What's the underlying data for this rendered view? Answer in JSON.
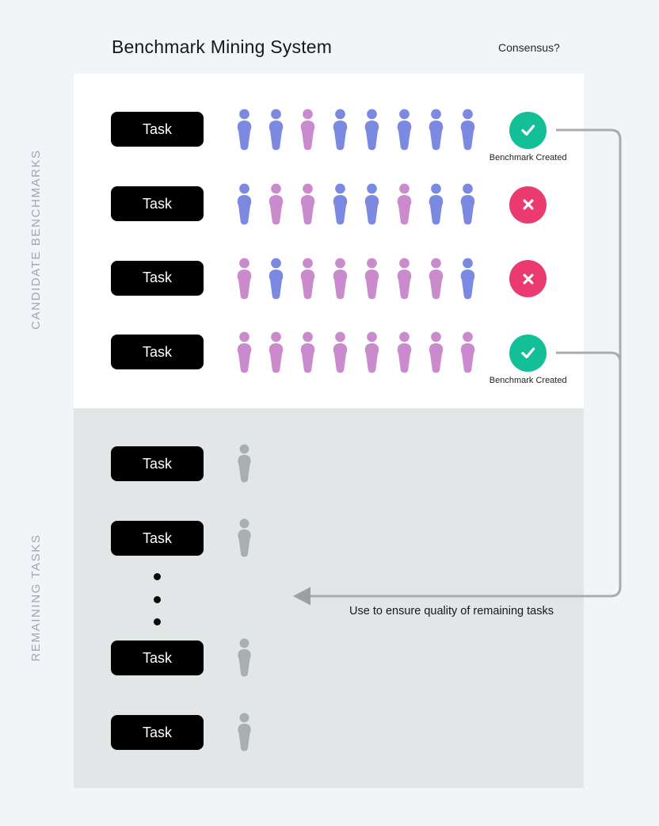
{
  "header": {
    "title": "Benchmark Mining System",
    "consensus_label": "Consensus?"
  },
  "sections": {
    "candidate": {
      "label": "CANDIDATE BENCHMARKS"
    },
    "remaining": {
      "label": "REMAINING TASKS"
    }
  },
  "arrow_note": "Use to ensure quality of remaining tasks",
  "colors": {
    "background": "#F2F5F7",
    "panel_white": "#FFFFFF",
    "panel_gray": "#E2E6E7",
    "task_button": "#000000",
    "annotator_blue": "#7C89E1",
    "annotator_pink": "#CA8BCD",
    "annotator_gray": "#A7AFB2",
    "consensus_check": "#13BF97",
    "consensus_cross": "#EA3A6F",
    "connector_line": "#ABABAB",
    "arrowhead": "#9D9FA0",
    "ellipsis_dot": "#0B0B0B",
    "sidebar_text": "#9FA6B2"
  },
  "candidate_rows": [
    {
      "task": "Task",
      "annotators": [
        "blue",
        "blue",
        "pink",
        "blue",
        "blue",
        "blue",
        "blue",
        "blue"
      ],
      "consensus": "check",
      "note": "Benchmark Created"
    },
    {
      "task": "Task",
      "annotators": [
        "blue",
        "pink",
        "pink",
        "blue",
        "blue",
        "pink",
        "blue",
        "blue"
      ],
      "consensus": "cross",
      "note": null
    },
    {
      "task": "Task",
      "annotators": [
        "pink",
        "blue",
        "pink",
        "pink",
        "pink",
        "pink",
        "pink",
        "blue"
      ],
      "consensus": "cross",
      "note": null
    },
    {
      "task": "Task",
      "annotators": [
        "pink",
        "pink",
        "pink",
        "pink",
        "pink",
        "pink",
        "pink",
        "pink"
      ],
      "consensus": "check",
      "note": "Benchmark Created"
    }
  ],
  "remaining_rows": [
    {
      "task": "Task",
      "annotators": [
        "gray"
      ]
    },
    {
      "task": "Task",
      "annotators": [
        "gray"
      ]
    },
    {
      "task": "Task",
      "annotators": [
        "gray"
      ]
    },
    {
      "task": "Task",
      "annotators": [
        "gray"
      ]
    }
  ],
  "ellipsis_dot_count": 3
}
